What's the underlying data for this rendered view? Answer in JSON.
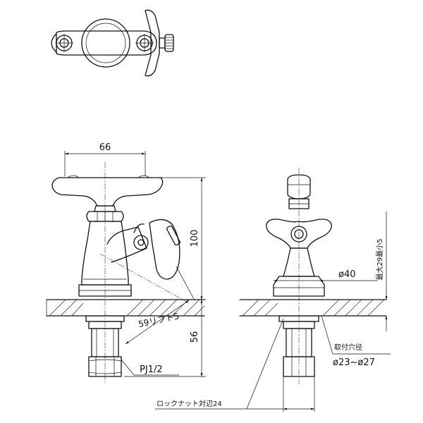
{
  "dimensions": {
    "width_66": "66",
    "height_100": "100",
    "height_56": "56",
    "lift_59": "59リフト5",
    "thread_pj": "PJ1/2",
    "diameter_40": "ø40",
    "max_thickness": "最大29最小5",
    "mount_hole_label": "取付穴径",
    "mount_hole_range": "ø23~ø27",
    "locknut_label": "ロックナット対辺24"
  }
}
